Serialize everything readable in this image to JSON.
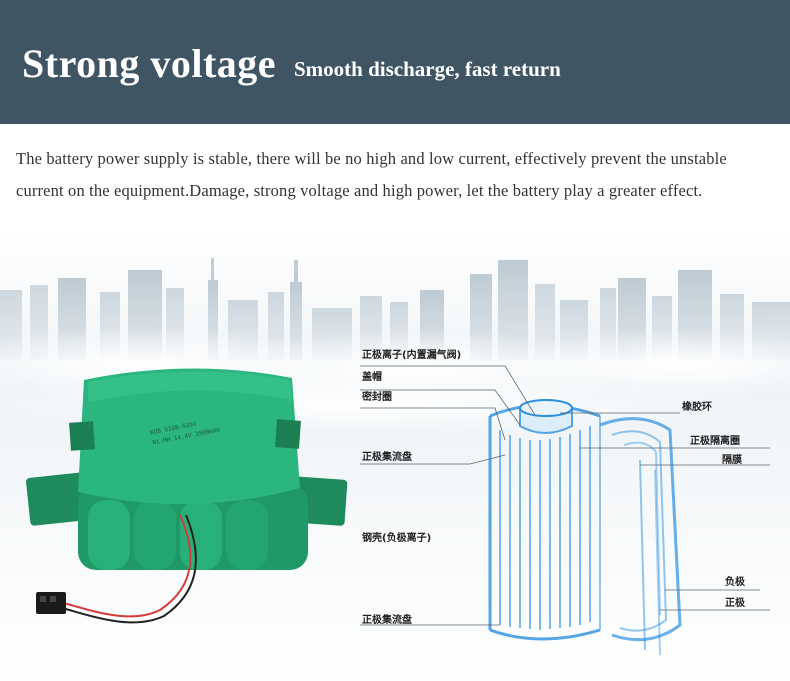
{
  "banner": {
    "title": "Strong voltage",
    "subtitle": "Smooth discharge, fast return",
    "color": "#3f5563"
  },
  "description": "The battery power supply is stable, there will be no high and low current, effectively prevent the unstable current on the equipment.Damage, strong voltage and high power, let the battery play a greater effect.",
  "battery": {
    "label_line1": "KUB SIGB-535V",
    "label_line2": "Ni-MH 14.4V 3500mAh",
    "color": "#2bb57f"
  },
  "diagram": {
    "labels": {
      "positive_terminal": "正极离子(内置漏气阀)",
      "cap": "盖帽",
      "seal_ring": "密封圈",
      "positive_collector_top": "正极集流盘",
      "steel_shell": "钢壳(负极离子)",
      "positive_collector_bottom": "正极集流盘",
      "rubber_ring": "橡胶环",
      "positive_insulator": "正极隔离圈",
      "separator": "隔膜",
      "negative": "负极",
      "positive": "正极"
    },
    "color": "#2b8fe0"
  }
}
